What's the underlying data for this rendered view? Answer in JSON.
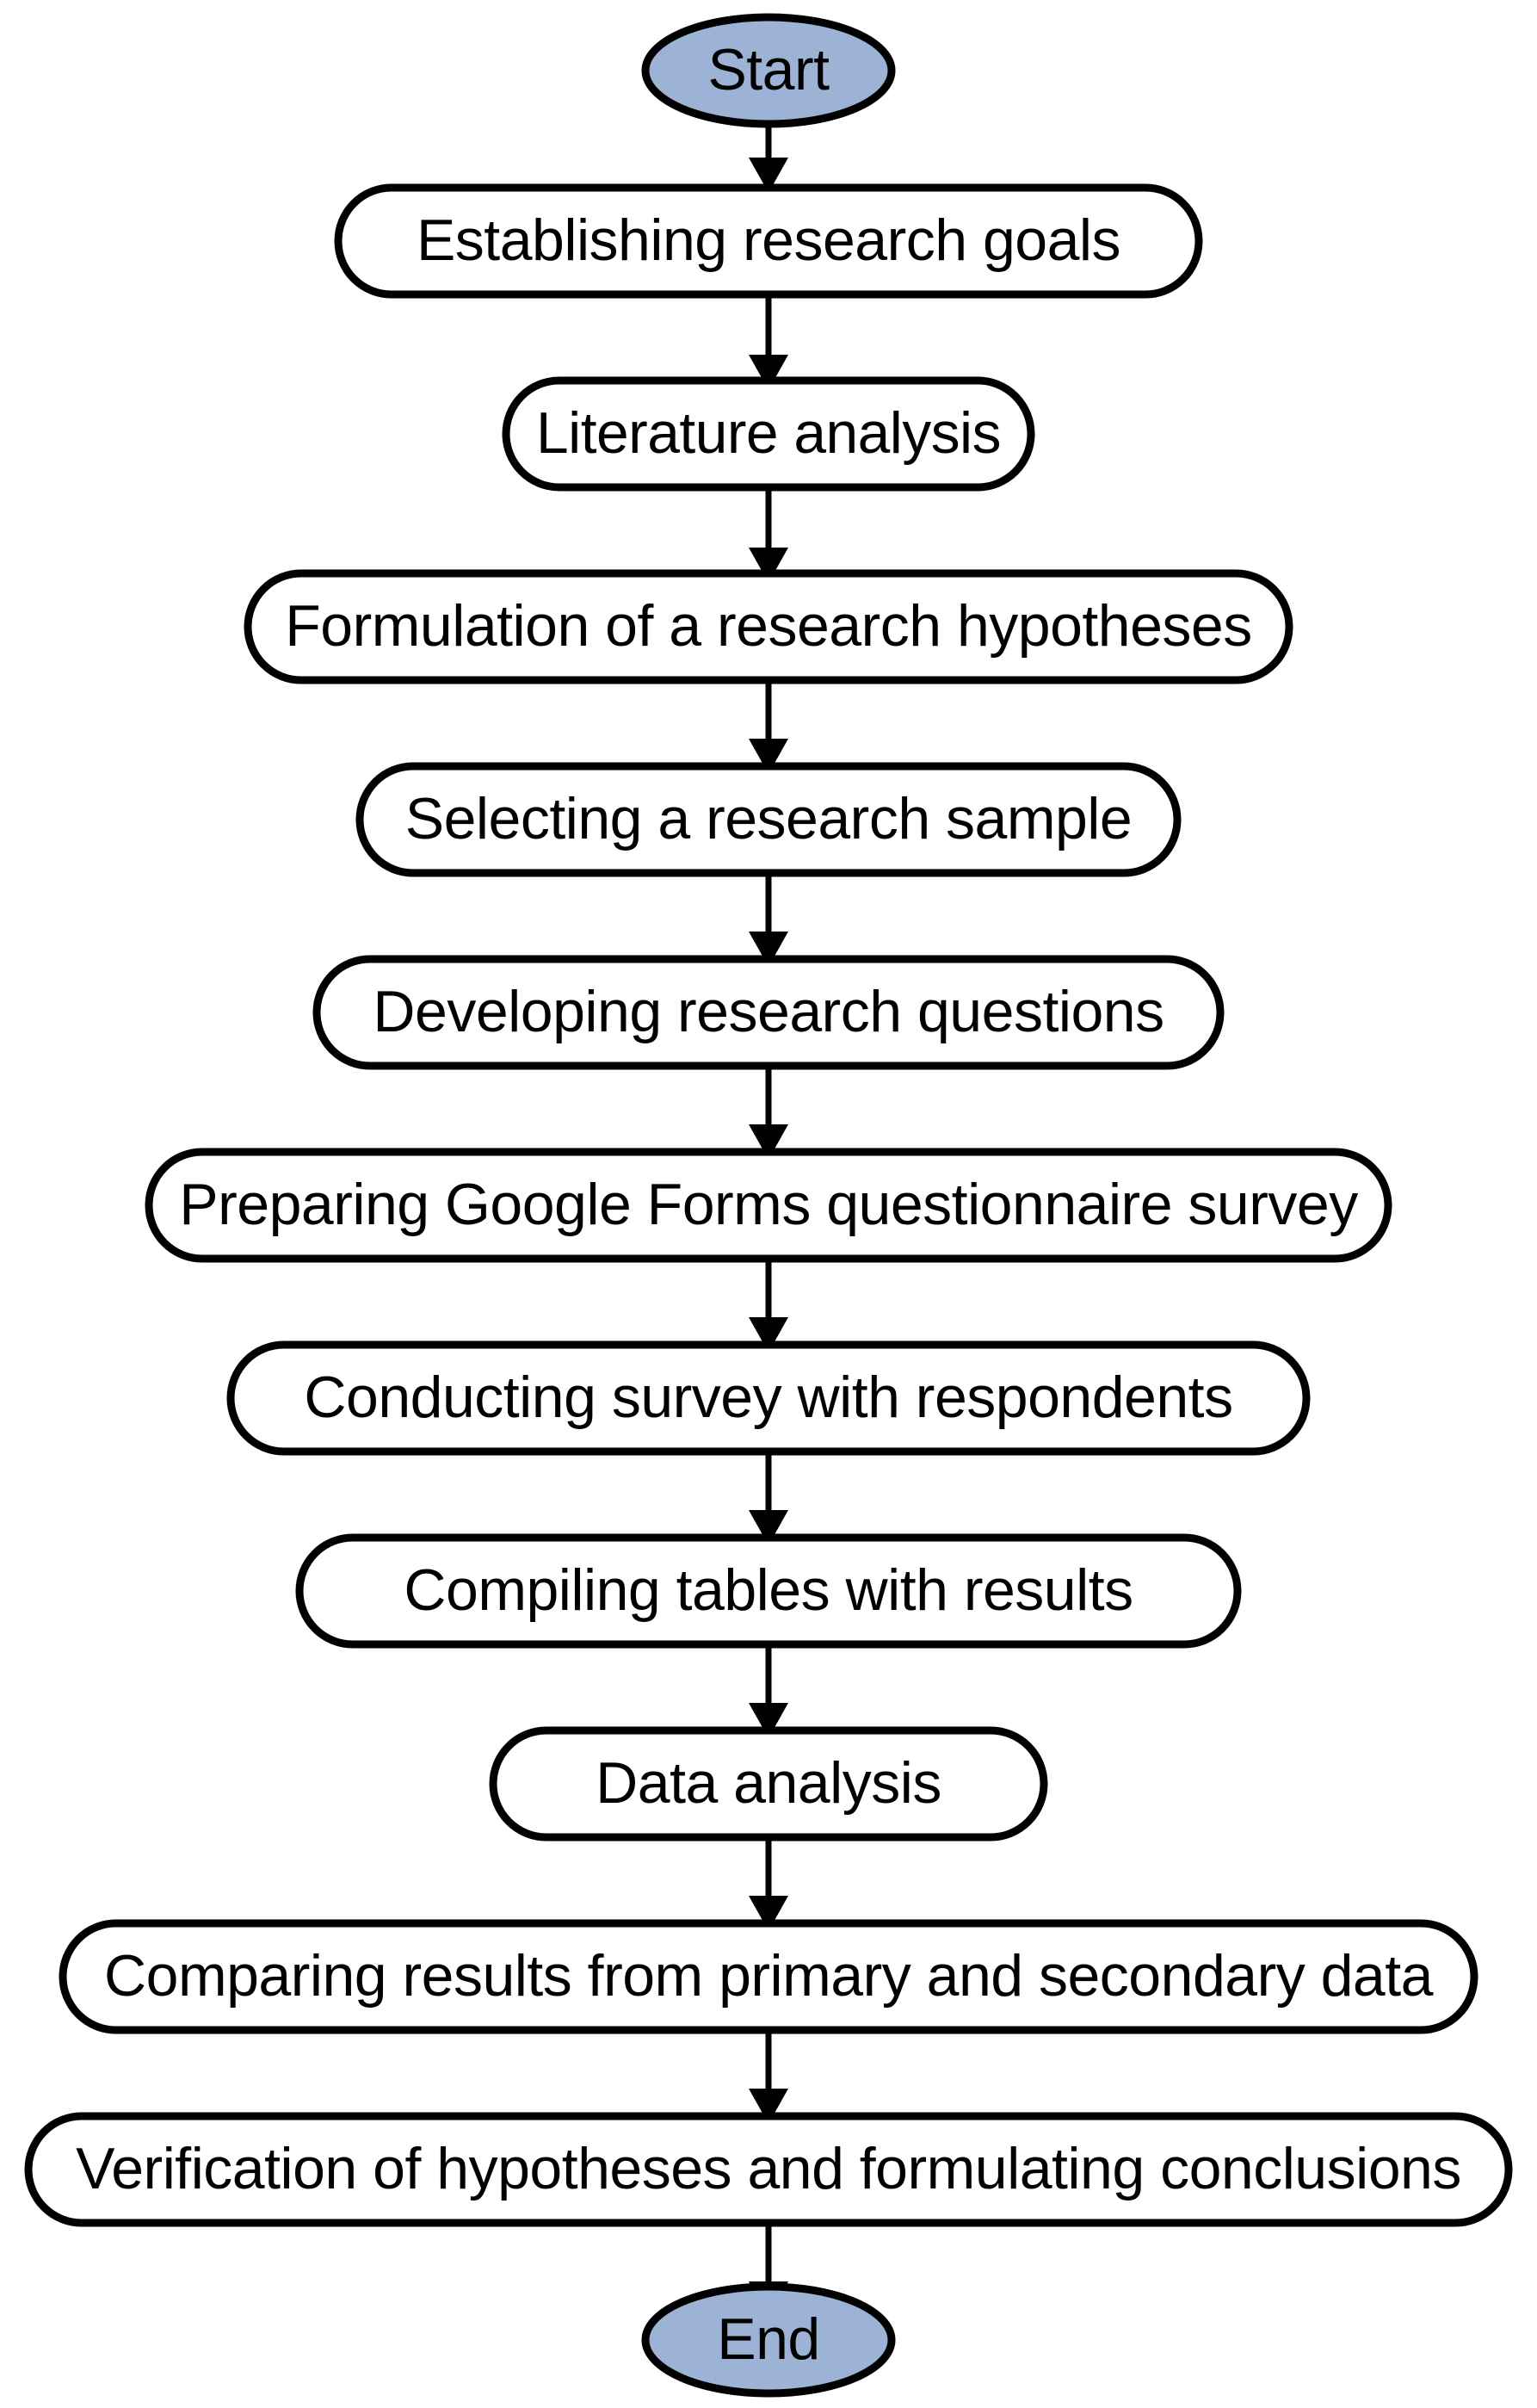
{
  "diagram": {
    "title": "Research process flowchart",
    "type": "flowchart",
    "orientation": "top-to-bottom",
    "colors": {
      "terminal_fill": "#9CB3D5",
      "process_fill": "#FFFFFF",
      "stroke": "#000000",
      "text": "#000000",
      "background": "#FFFFFF"
    },
    "nodes": [
      {
        "id": "start",
        "shape": "ellipse",
        "label": "Start"
      },
      {
        "id": "goals",
        "shape": "rounded-rectangle",
        "label": "Establishing research goals"
      },
      {
        "id": "literature",
        "shape": "rounded-rectangle",
        "label": "Literature analysis"
      },
      {
        "id": "hypotheses",
        "shape": "rounded-rectangle",
        "label": "Formulation of a research hypotheses"
      },
      {
        "id": "sample",
        "shape": "rounded-rectangle",
        "label": "Selecting a research sample"
      },
      {
        "id": "questions",
        "shape": "rounded-rectangle",
        "label": "Developing research questions"
      },
      {
        "id": "googleforms",
        "shape": "rounded-rectangle",
        "label": "Preparing Google Forms questionnaire survey"
      },
      {
        "id": "conducting",
        "shape": "rounded-rectangle",
        "label": "Conducting survey with respondents"
      },
      {
        "id": "tables",
        "shape": "rounded-rectangle",
        "label": "Compiling tables with results"
      },
      {
        "id": "dataanalysis",
        "shape": "rounded-rectangle",
        "label": "Data analysis"
      },
      {
        "id": "comparing",
        "shape": "rounded-rectangle",
        "label": "Comparing results from primary and secondary data"
      },
      {
        "id": "verification",
        "shape": "rounded-rectangle",
        "label": "Verification of hypotheses and formulating conclusions"
      },
      {
        "id": "end",
        "shape": "ellipse",
        "label": "End"
      }
    ],
    "edges": [
      {
        "from": "start",
        "to": "goals",
        "arrow": "down"
      },
      {
        "from": "goals",
        "to": "literature",
        "arrow": "down"
      },
      {
        "from": "literature",
        "to": "hypotheses",
        "arrow": "down"
      },
      {
        "from": "hypotheses",
        "to": "sample",
        "arrow": "down"
      },
      {
        "from": "sample",
        "to": "questions",
        "arrow": "down"
      },
      {
        "from": "questions",
        "to": "googleforms",
        "arrow": "down"
      },
      {
        "from": "googleforms",
        "to": "conducting",
        "arrow": "down"
      },
      {
        "from": "conducting",
        "to": "tables",
        "arrow": "down"
      },
      {
        "from": "tables",
        "to": "dataanalysis",
        "arrow": "down"
      },
      {
        "from": "dataanalysis",
        "to": "comparing",
        "arrow": "down"
      },
      {
        "from": "comparing",
        "to": "verification",
        "arrow": "down"
      },
      {
        "from": "verification",
        "to": "end",
        "arrow": "down"
      }
    ]
  }
}
